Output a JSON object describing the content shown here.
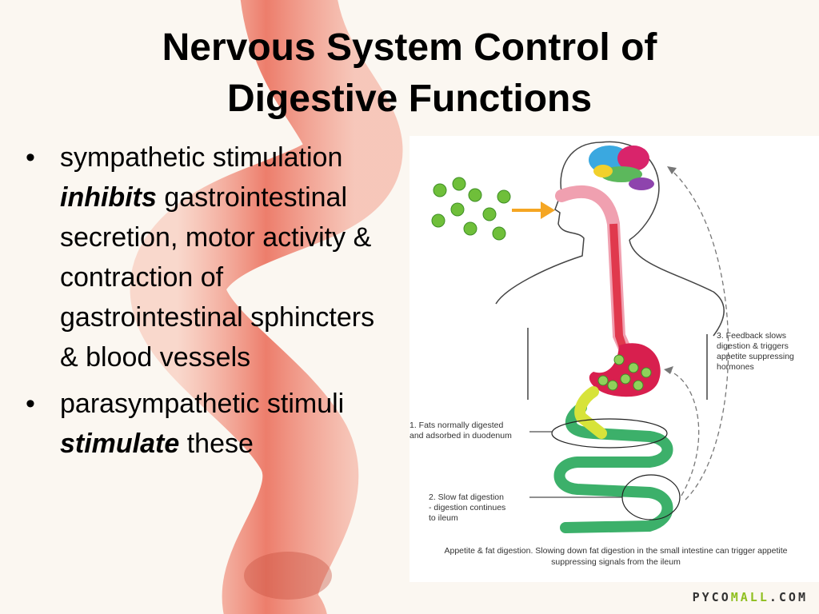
{
  "title": {
    "line1": "Nervous System Control of",
    "line2": "Digestive Functions"
  },
  "bullets": [
    {
      "before": "sympathetic stimulation ",
      "emphasis": "inhibits",
      "after": " gastrointestinal secretion, motor activity & contraction of gastrointestinal sphincters & blood vessels"
    },
    {
      "before": "parasympathetic stimuli ",
      "emphasis": "stimulate",
      "after": " these"
    }
  ],
  "diagram": {
    "label_feedback": "3. Feedback slows\ndigestion & triggers\nappetite suppressing\nhormones",
    "label_fats": "1. Fats normally digested\n   and adsorbed in duodenum",
    "label_slow": "2. Slow fat digestion\n   - digestion continues\n   to ileum",
    "caption": "Appetite & fat digestion. Slowing down fat digestion in the small intestine can trigger appetite suppressing signals from the ileum"
  },
  "watermark": {
    "part1": "PYCO",
    "part2": "MALL",
    "part3": ".COM"
  },
  "colors": {
    "intestine_background": "#e8553f",
    "fat_droplet": "#6fbf3a",
    "stomach": "#d81f4e",
    "intestine_green": "#3cb06a",
    "arrow": "#f5a623"
  }
}
